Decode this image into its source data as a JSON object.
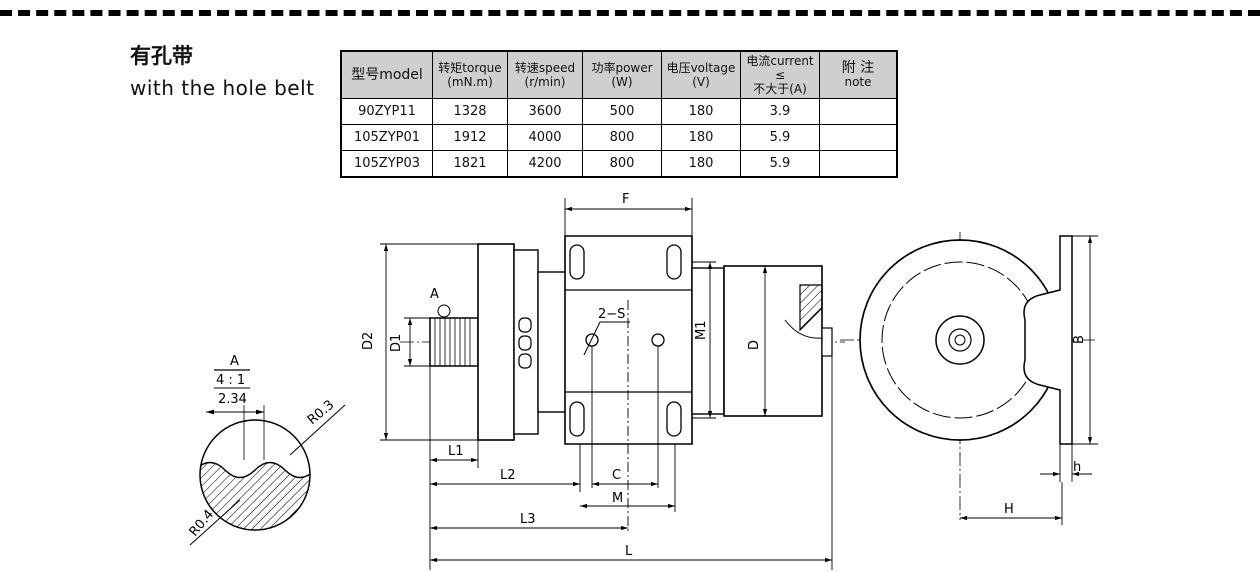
{
  "title_cn": "有孔带",
  "title_en": "with the hole belt",
  "table": {
    "headers": [
      {
        "l1": "型号model",
        "l2": ""
      },
      {
        "l1": "转矩torque",
        "l2": "(mN.m)"
      },
      {
        "l1": "转速speed",
        "l2": "(r/min)"
      },
      {
        "l1": "功率power",
        "l2": "(W)"
      },
      {
        "l1": "电压voltage",
        "l2": "(V)"
      },
      {
        "l1": "电流current ≤",
        "l2": "不大于(A)"
      },
      {
        "l1": "附 注",
        "l2": "note"
      }
    ],
    "rows": [
      [
        "90ZYP11",
        "1328",
        "3600",
        "500",
        "180",
        "3.9",
        ""
      ],
      [
        "105ZYP01",
        "1912",
        "4000",
        "800",
        "180",
        "5.9",
        ""
      ],
      [
        "105ZYP03",
        "1821",
        "4200",
        "800",
        "180",
        "5.9",
        ""
      ]
    ]
  },
  "drawing": {
    "detail_label": "A",
    "detail_scale": "4 : 1",
    "pitch": "2.34",
    "radius_top": "R0.3",
    "radius_bottom": "R0.4",
    "label_A": "A",
    "label_2S": "2−S",
    "label_F": "F",
    "label_D2": "D2",
    "label_D1": "D1",
    "label_M1": "M1",
    "label_D": "D",
    "label_B": "B",
    "label_L1": "L1",
    "label_L2": "L2",
    "label_C": "C",
    "label_M": "M",
    "label_L3": "L3",
    "label_L": "L",
    "label_h": "h",
    "label_H": "H"
  }
}
